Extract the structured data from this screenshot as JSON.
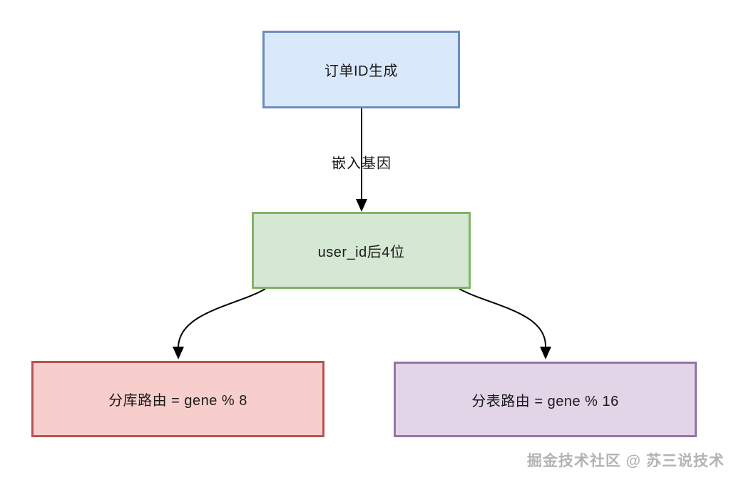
{
  "diagram": {
    "nodes": [
      {
        "id": "order-id-generation",
        "label": "订单ID生成",
        "fill": "#dae8fc",
        "stroke": "#6c8ebf"
      },
      {
        "id": "user-id-last4",
        "label": "user_id后4位",
        "fill": "#d5e8d4",
        "stroke": "#82b366"
      },
      {
        "id": "database-routing",
        "label": "分库路由 = gene % 8",
        "fill": "#f8cecc",
        "stroke": "#b85450"
      },
      {
        "id": "table-routing",
        "label": "分表路由 = gene % 16",
        "fill": "#e1d5e7",
        "stroke": "#9673a6"
      }
    ],
    "edges": [
      {
        "from": "order-id-generation",
        "to": "user-id-last4",
        "label": "嵌入基因"
      },
      {
        "from": "user-id-last4",
        "to": "database-routing",
        "label": ""
      },
      {
        "from": "user-id-last4",
        "to": "table-routing",
        "label": ""
      }
    ],
    "arrow_color": "#000000",
    "watermark": "掘金技术社区 @ 苏三说技术"
  }
}
